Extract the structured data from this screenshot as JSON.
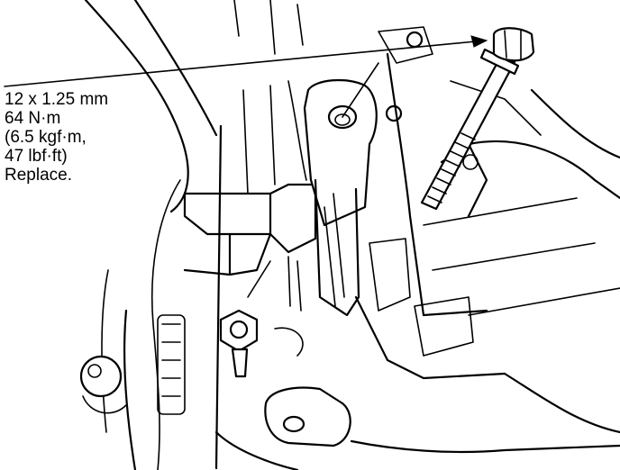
{
  "callout": {
    "thread": "12 x 1.25 mm",
    "torque_nm": "64 N·m",
    "torque_kgfm": "(6.5 kgf·m,",
    "torque_lbfft": "47 lbf·ft)",
    "note": "Replace."
  },
  "colors": {
    "ink": "#000000",
    "paper": "#ffffff"
  }
}
